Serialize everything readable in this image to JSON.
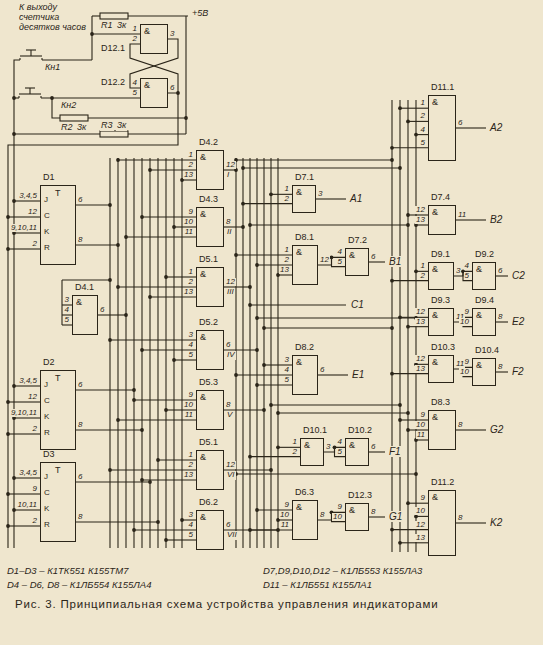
{
  "diagram": {
    "caption": "Рис. 3. Принципиальная схема устройства управления индикаторами",
    "nodes": [
      {
        "text": [
          "D12.1",
          "&",
          "1",
          "2",
          "3"
        ]
      },
      {
        "text": [
          "D12.2",
          "&",
          "4",
          "5",
          "6"
        ]
      },
      {
        "text": [
          "D1",
          "T",
          "J",
          "C",
          "K",
          "R",
          "3,4,5",
          "12",
          "9,10,11",
          "2",
          "6",
          "8"
        ]
      },
      {
        "text": [
          "D4.1",
          "&",
          "3",
          "4",
          "5",
          "6"
        ]
      },
      {
        "text": [
          "D2",
          "T",
          "J",
          "C",
          "K",
          "R",
          "3,4,5",
          "12",
          "9,10,11",
          "2",
          "6",
          "8"
        ]
      },
      {
        "text": [
          "D3",
          "T",
          "J",
          "C",
          "K",
          "R",
          "3,4,5",
          "9",
          "10,11",
          "2",
          "6",
          "8"
        ]
      },
      {
        "text": [
          "D4.2",
          "&",
          "1",
          "2",
          "13",
          "12"
        ]
      },
      {
        "text": [
          "D4.3",
          "&",
          "9",
          "10",
          "11",
          "8"
        ]
      },
      {
        "text": [
          "D5.1",
          "&",
          "1",
          "2",
          "13",
          "12"
        ]
      },
      {
        "text": [
          "D5.2",
          "&",
          "3",
          "4",
          "5",
          "6"
        ]
      },
      {
        "text": [
          "D5.3",
          "&",
          "9",
          "10",
          "11",
          "8"
        ]
      },
      {
        "text": [
          "D5.1",
          "&",
          "1",
          "2",
          "13",
          "12"
        ]
      },
      {
        "text": [
          "D6.2",
          "&",
          "3",
          "4",
          "5",
          "6"
        ]
      },
      {
        "text": [
          "D7.1",
          "&",
          "1",
          "2",
          "3"
        ]
      },
      {
        "text": [
          "D8.1",
          "&",
          "1",
          "2",
          "13",
          "12"
        ]
      },
      {
        "text": [
          "D7.2",
          "&",
          "4",
          "5",
          "6"
        ]
      },
      {
        "text": [
          "D8.2",
          "&",
          "3",
          "4",
          "5",
          "6"
        ]
      },
      {
        "text": [
          "D10.1",
          "&",
          "1",
          "2",
          "3"
        ]
      },
      {
        "text": [
          "D10.2",
          "&",
          "4",
          "5",
          "6"
        ]
      },
      {
        "text": [
          "D6.3",
          "&",
          "9",
          "10",
          "11",
          "8"
        ]
      },
      {
        "text": [
          "D12.3",
          "&",
          "9",
          "10",
          "8"
        ]
      },
      {
        "text": [
          "D11.1",
          "&",
          "1",
          "2",
          "4",
          "5",
          "6"
        ]
      },
      {
        "text": [
          "D7.4",
          "&",
          "12",
          "13",
          "11"
        ]
      },
      {
        "text": [
          "D9.1",
          "&",
          "1",
          "2",
          "3"
        ]
      },
      {
        "text": [
          "D9.2",
          "&",
          "4",
          "5",
          "6"
        ]
      },
      {
        "text": [
          "D9.3",
          "&",
          "12",
          "13",
          "11"
        ]
      },
      {
        "text": [
          "D9.4",
          "&",
          "9",
          "10",
          "8"
        ]
      },
      {
        "text": [
          "D10.3",
          "&",
          "12",
          "13",
          "11"
        ]
      },
      {
        "text": [
          "D10.4",
          "&",
          "9",
          "10",
          "8"
        ]
      },
      {
        "text": [
          "D8.3",
          "&",
          "9",
          "10",
          "11",
          "8"
        ]
      },
      {
        "text": [
          "D11.2",
          "&",
          "9",
          "10",
          "12",
          "13",
          "8"
        ]
      }
    ],
    "edges": [
      {
        "from": 0,
        "to": 1,
        "arrow": "none"
      },
      {
        "from": 1,
        "to": 0,
        "arrow": "none"
      },
      {
        "from": 14,
        "to": 15,
        "arrow": "none"
      },
      {
        "from": 17,
        "to": 18,
        "arrow": "none"
      },
      {
        "from": 19,
        "to": 20,
        "arrow": "none"
      },
      {
        "from": 23,
        "to": 24,
        "arrow": "none"
      },
      {
        "from": 25,
        "to": 26,
        "arrow": "none"
      },
      {
        "from": 27,
        "to": 28,
        "arrow": "none"
      }
    ],
    "labels": [
      "К выходу счетчика десятков часов",
      "Кн1",
      "R1",
      "3к",
      "+5В",
      "Кн2",
      "R2",
      "3к",
      "R3",
      "3к",
      "I",
      "II",
      "III",
      "IV",
      "V",
      "VI",
      "VII",
      "A1",
      "B1",
      "C1",
      "E1",
      "F1",
      "G1",
      "A2",
      "B2",
      "C2",
      "E2",
      "F2",
      "G2",
      "K2",
      "D1–D3 – К1ТК551 К155ТМ7",
      "D7,D9,D10,D12 – К1ЛБ553 К155ЛА3",
      "D4 – D6, D8 – К1ЛБ554 К155ЛА4",
      "D11 – К1ЛБ551 К155ЛА1"
    ]
  }
}
